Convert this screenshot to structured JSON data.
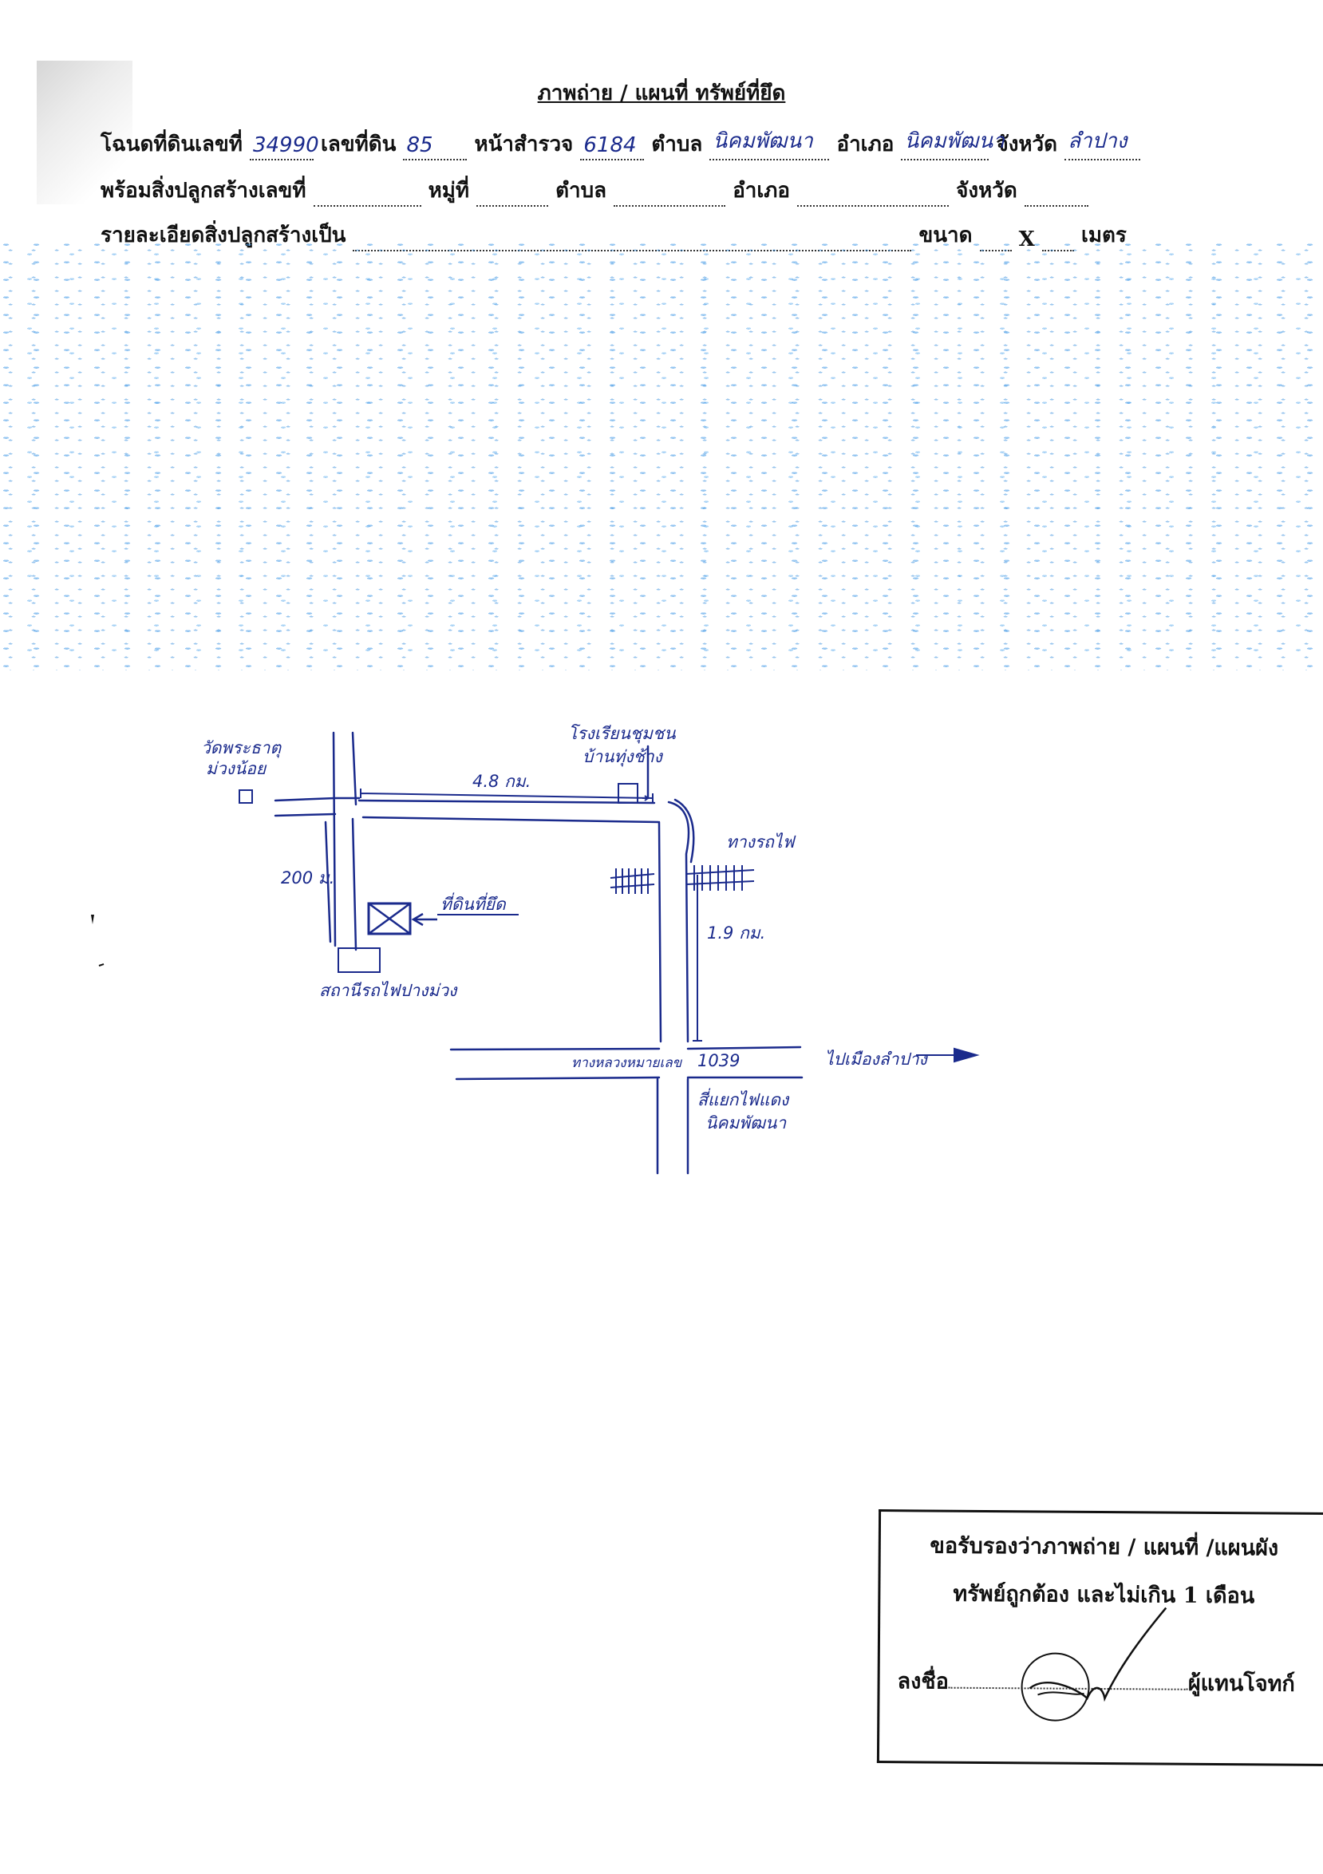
{
  "header": {
    "title": "ภาพถ่าย / แผนที่ ทรัพย์ที่ยึด"
  },
  "row1": {
    "deed_label": "โฉนดที่ดินเลขที่",
    "deed_value": "34990",
    "land_no_label": "เลขที่ดิน",
    "land_no_value": "85",
    "survey_label": "หน้าสำรวจ",
    "survey_value": "6184",
    "subdistrict_label": "ตำบล",
    "subdistrict_value": "นิคมพัฒนา",
    "district_label": "อำเภอ",
    "district_value": "นิคมพัฒนา",
    "province_label": "จังหวัด",
    "province_value": "ลำปาง"
  },
  "row2": {
    "building_no_label": "พร้อมสิ่งปลูกสร้างเลขที่",
    "village_label": "หมู่ที่",
    "subdistrict_label": "ตำบล",
    "district_label": "อำเภอ",
    "province_label": "จังหวัด"
  },
  "row3": {
    "detail_label": "รายละเอียดสิ่งปลูกสร้างเป็น",
    "size_label": "ขนาด",
    "x_label": "X",
    "unit_label": "เมตร"
  },
  "map": {
    "temple_label_line1": "วัดพระธาตุ",
    "temple_label_line2": "ม่วงน้อย",
    "school_label_line1": "โรงเรียนชุมชน",
    "school_label_line2": "บ้านทุ่งช้าง",
    "distance_top": "4.8 กม.",
    "railway_label": "ทางรถไฟ",
    "distance_left": "200 ม.",
    "property_label": "ที่ดินที่ยึด",
    "distance_right": "1.9 กม.",
    "station_label": "สถานีรถไฟปางม่วง",
    "highway_label": "ทางหลวงหมายเลข",
    "highway_no": "1039",
    "direction_label": "ไปเมืองลำปาง",
    "junction_label_line1": "สี่แยกไฟแดง",
    "junction_label_line2": "นิคมพัฒนา"
  },
  "certification": {
    "line1": "ขอรับรองว่าภาพถ่าย / แผนที่ /แผนผัง",
    "line2": "ทรัพย์ถูกต้อง และไม่เกิน 1 เดือน",
    "sign_label": "ลงชื่อ",
    "role_label": "ผู้แทนโจทก์"
  },
  "colors": {
    "ink": "#1a2a8c",
    "print": "#111111",
    "speckle": "#3c96e6"
  }
}
